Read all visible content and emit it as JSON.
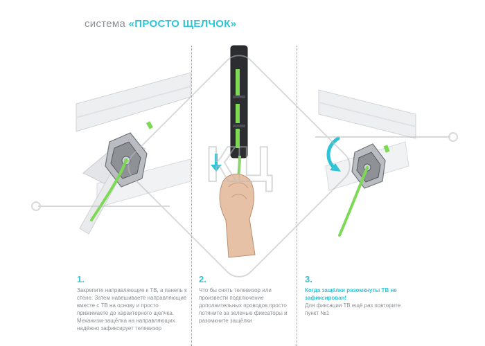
{
  "heading": {
    "prefix": "система",
    "emphasis": "«ПРОСТО ЩЕЛЧОК»"
  },
  "steps": [
    {
      "number": "1.",
      "text": "Закрепите направляющие к ТВ, а панель к стене. Затем навешиваете направляющие вместе с ТВ на основу и просто прижимаете до характерного щелчка. Механизм-защёлка на направляющих надёжно зафиксирует телевизор"
    },
    {
      "number": "2.",
      "text": "Что бы снять телевизор или произвести подключение дополнительных проводов просто потяните за зеленые фиксаторы и разомкните защёлки"
    },
    {
      "number": "3.",
      "highlight": "Когда защёлки разомкнуты ТВ не зафиксирован!",
      "text": "Для фиксации ТВ ещё раз повторите пункт №1"
    }
  ],
  "watermark": {
    "text": "КЦ"
  },
  "colors": {
    "accent": "#2ec4d6",
    "latch_green": "#7ed957",
    "text_gray": "#8a8f93",
    "bracket_gray": "#dcdde0"
  }
}
